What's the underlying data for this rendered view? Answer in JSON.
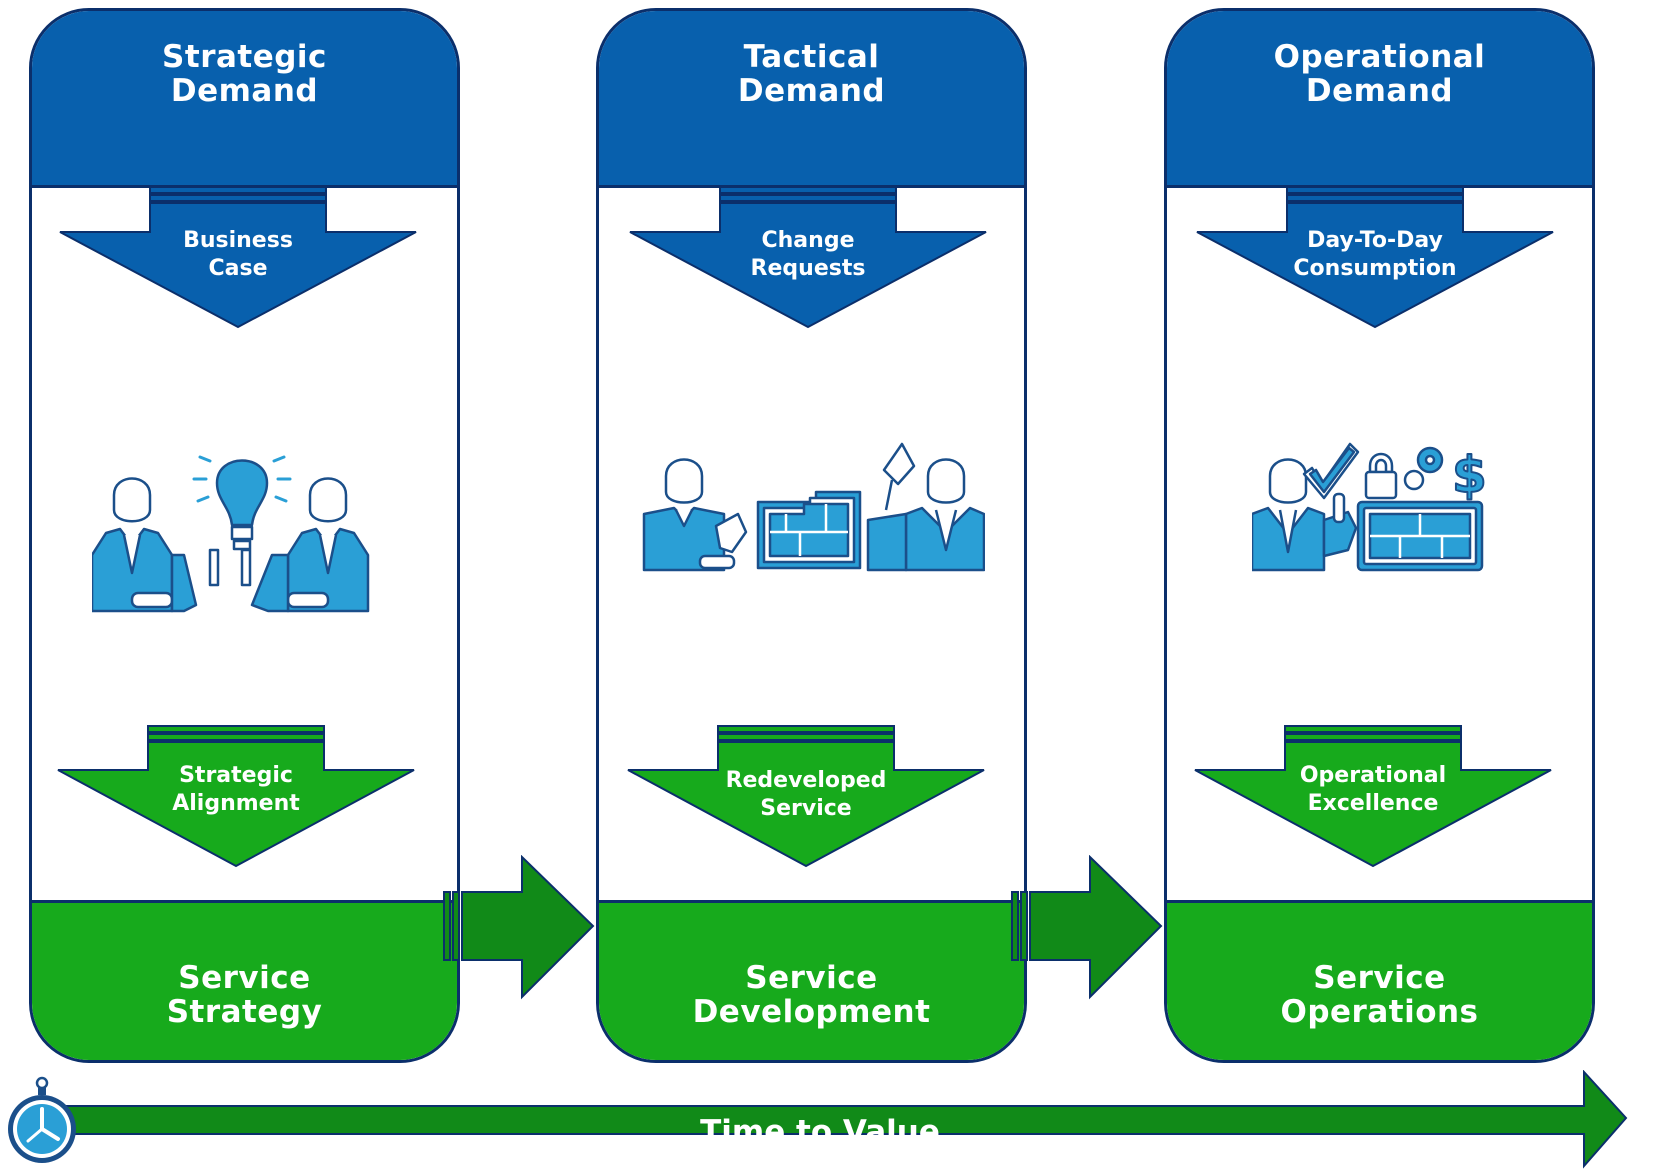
{
  "columns": [
    {
      "header": "Strategic\nDemand",
      "input_label": "Business\nCase",
      "output_label": "Strategic\nAlignment",
      "footer": "Service\nStrategy",
      "icon": "people-with-lightbulb-icon"
    },
    {
      "header": "Tactical\nDemand",
      "input_label": "Change\nRequests",
      "output_label": "Redeveloped\nService",
      "footer": "Service\nDevelopment",
      "icon": "people-building-wall-icon"
    },
    {
      "header": "Operational\nDemand",
      "input_label": "Day-To-Day\nConsumption",
      "output_label": "Operational\nExcellence",
      "footer": "Service\nOperations",
      "icon": "person-with-check-lock-gear-dollar-icon"
    }
  ],
  "timeline": {
    "label": "Time to Value",
    "icon": "stopwatch-icon"
  },
  "colors": {
    "blue": "#0860ad",
    "green": "#17aa1c",
    "dark_green": "#118a18",
    "navy_outline": "#0b2f6b",
    "icon_blue": "#2a9fd6"
  }
}
